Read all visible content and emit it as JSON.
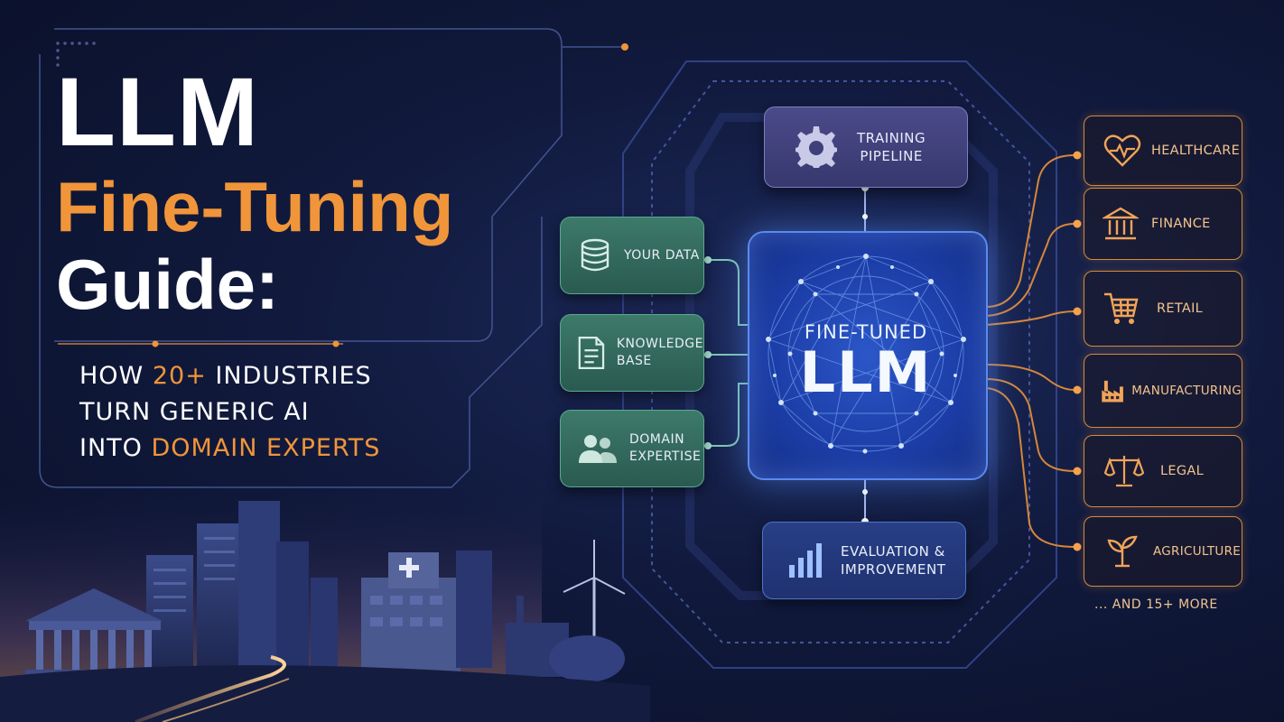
{
  "title": {
    "line1": "LLM",
    "line2": "Fine-Tuning",
    "line3": "Guide:"
  },
  "subtitle": {
    "line1_pre": "HOW ",
    "line1_hl": "20+",
    "line1_post": " INDUSTRIES",
    "line2": "TURN GENERIC AI",
    "line3_pre": "INTO ",
    "line3_hl": "DOMAIN EXPERTS"
  },
  "inputs": [
    {
      "label": "YOUR DATA",
      "icon": "database-icon"
    },
    {
      "label_l1": "KNOWLEDGE",
      "label_l2": "BASE",
      "icon": "document-icon"
    },
    {
      "label_l1": "DOMAIN",
      "label_l2": "EXPERTISE",
      "icon": "people-icon"
    }
  ],
  "training": {
    "label_l1": "TRAINING",
    "label_l2": "PIPELINE",
    "icon": "gear-icon"
  },
  "evaluation": {
    "label_l1": "EVALUATION &",
    "label_l2": "IMPROVEMENT",
    "icon": "bar-chart-icon"
  },
  "core": {
    "label_small": "FINE-TUNED",
    "label_big": "LLM"
  },
  "industries": [
    {
      "label": "HEALTHCARE",
      "icon": "heart-pulse-icon"
    },
    {
      "label": "FINANCE",
      "icon": "bank-icon"
    },
    {
      "label": "RETAIL",
      "icon": "cart-icon"
    },
    {
      "label": "MANUFACTURING",
      "icon": "factory-icon"
    },
    {
      "label": "LEGAL",
      "icon": "scales-icon"
    },
    {
      "label": "AGRICULTURE",
      "icon": "sprout-icon"
    }
  ],
  "more_label": "... AND 15+ MORE",
  "colors": {
    "accent_orange": "#f0953a",
    "green_box": "#3d7a6a",
    "purple_box": "#4b4a8a",
    "core_blue": "#2c57c8"
  }
}
